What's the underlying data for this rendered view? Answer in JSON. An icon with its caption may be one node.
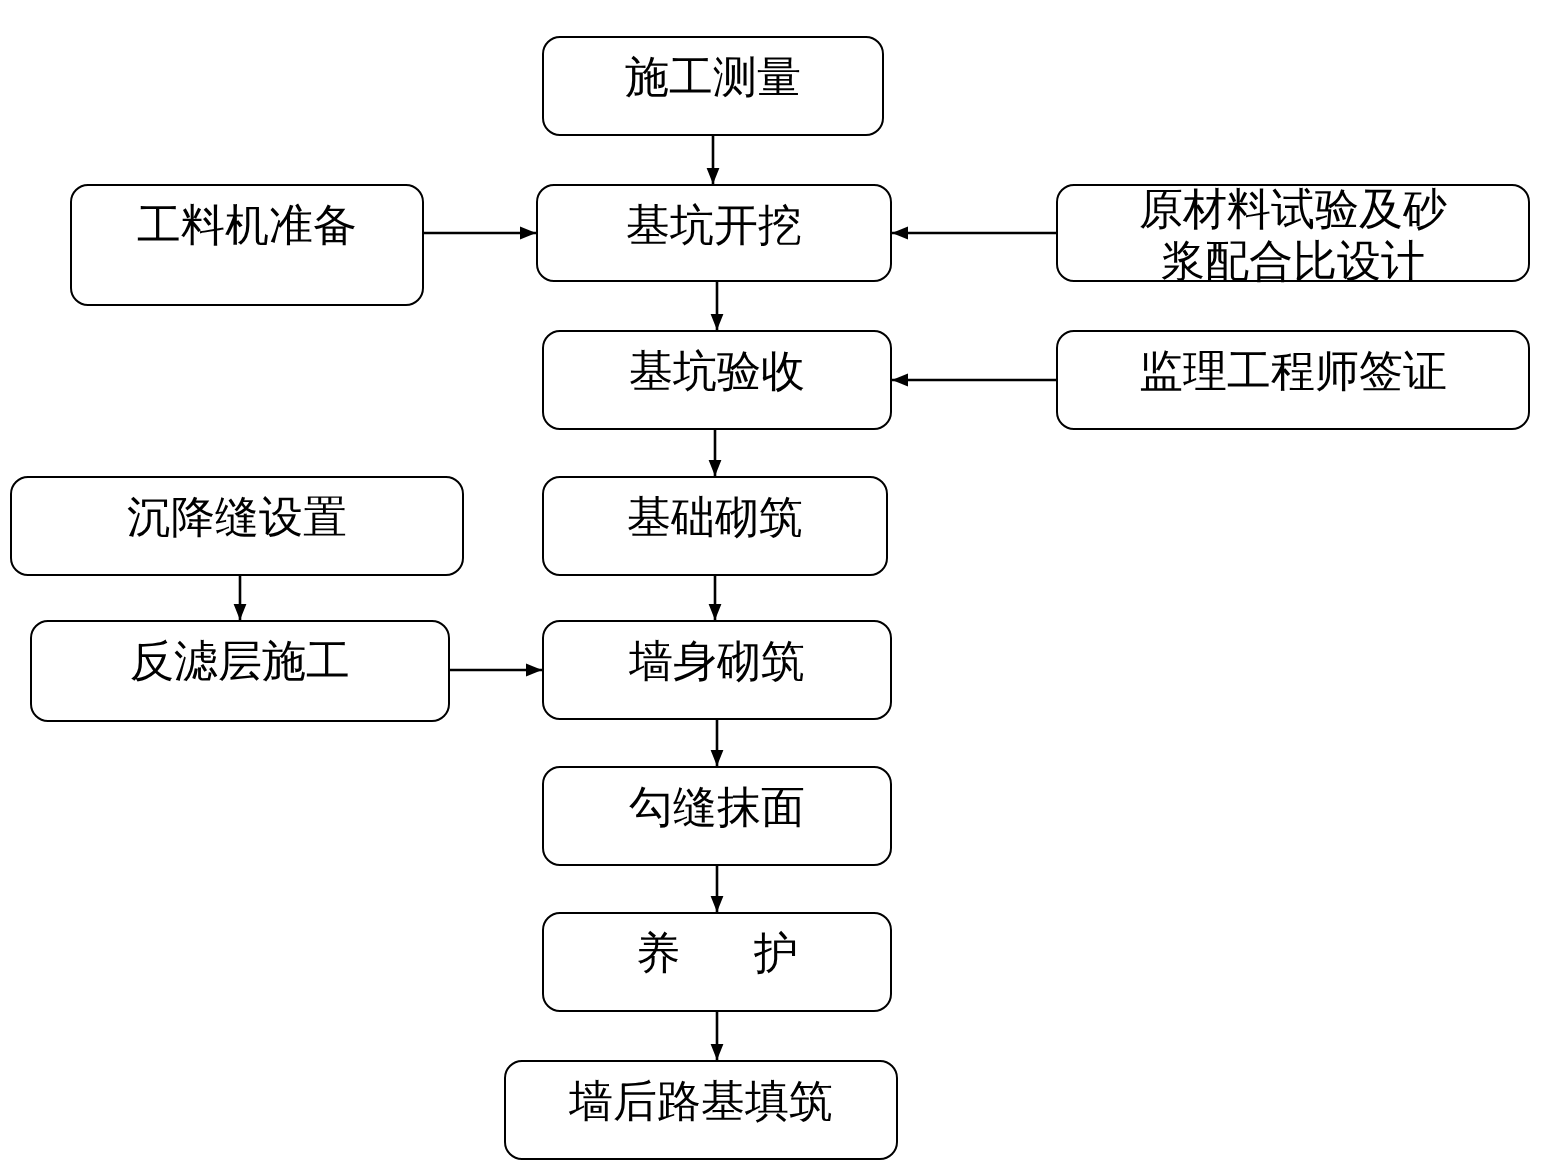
{
  "diagram": {
    "nodes": [
      {
        "text": [
          "施工测量"
        ]
      },
      {
        "text": [
          "工料机准备"
        ]
      },
      {
        "text": [
          "基坑开挖"
        ]
      },
      {
        "text": [
          "原材料试验及砂浆配合比设计"
        ]
      },
      {
        "text": [
          "基坑验收"
        ]
      },
      {
        "text": [
          "监理工程师签证"
        ]
      },
      {
        "text": [
          "沉降缝设置"
        ]
      },
      {
        "text": [
          "基础砌筑"
        ]
      },
      {
        "text": [
          "反滤层施工"
        ]
      },
      {
        "text": [
          "墙身砌筑"
        ]
      },
      {
        "text": [
          "勾缝抹面"
        ]
      },
      {
        "text": [
          "养 护"
        ]
      },
      {
        "text": [
          "墙后路基填筑"
        ]
      }
    ],
    "edges": [
      {
        "from": 0,
        "to": 2,
        "arrow": "to"
      },
      {
        "from": 1,
        "to": 2,
        "arrow": "to"
      },
      {
        "from": 3,
        "to": 2,
        "arrow": "to"
      },
      {
        "from": 2,
        "to": 4,
        "arrow": "to"
      },
      {
        "from": 5,
        "to": 4,
        "arrow": "to"
      },
      {
        "from": 4,
        "to": 7,
        "arrow": "to"
      },
      {
        "from": 6,
        "to": 8,
        "arrow": "to"
      },
      {
        "from": 7,
        "to": 9,
        "arrow": "to"
      },
      {
        "from": 8,
        "to": 9,
        "arrow": "to"
      },
      {
        "from": 9,
        "to": 10,
        "arrow": "to"
      },
      {
        "from": 10,
        "to": 11,
        "arrow": "to"
      },
      {
        "from": 11,
        "to": 12,
        "arrow": "to"
      }
    ]
  }
}
